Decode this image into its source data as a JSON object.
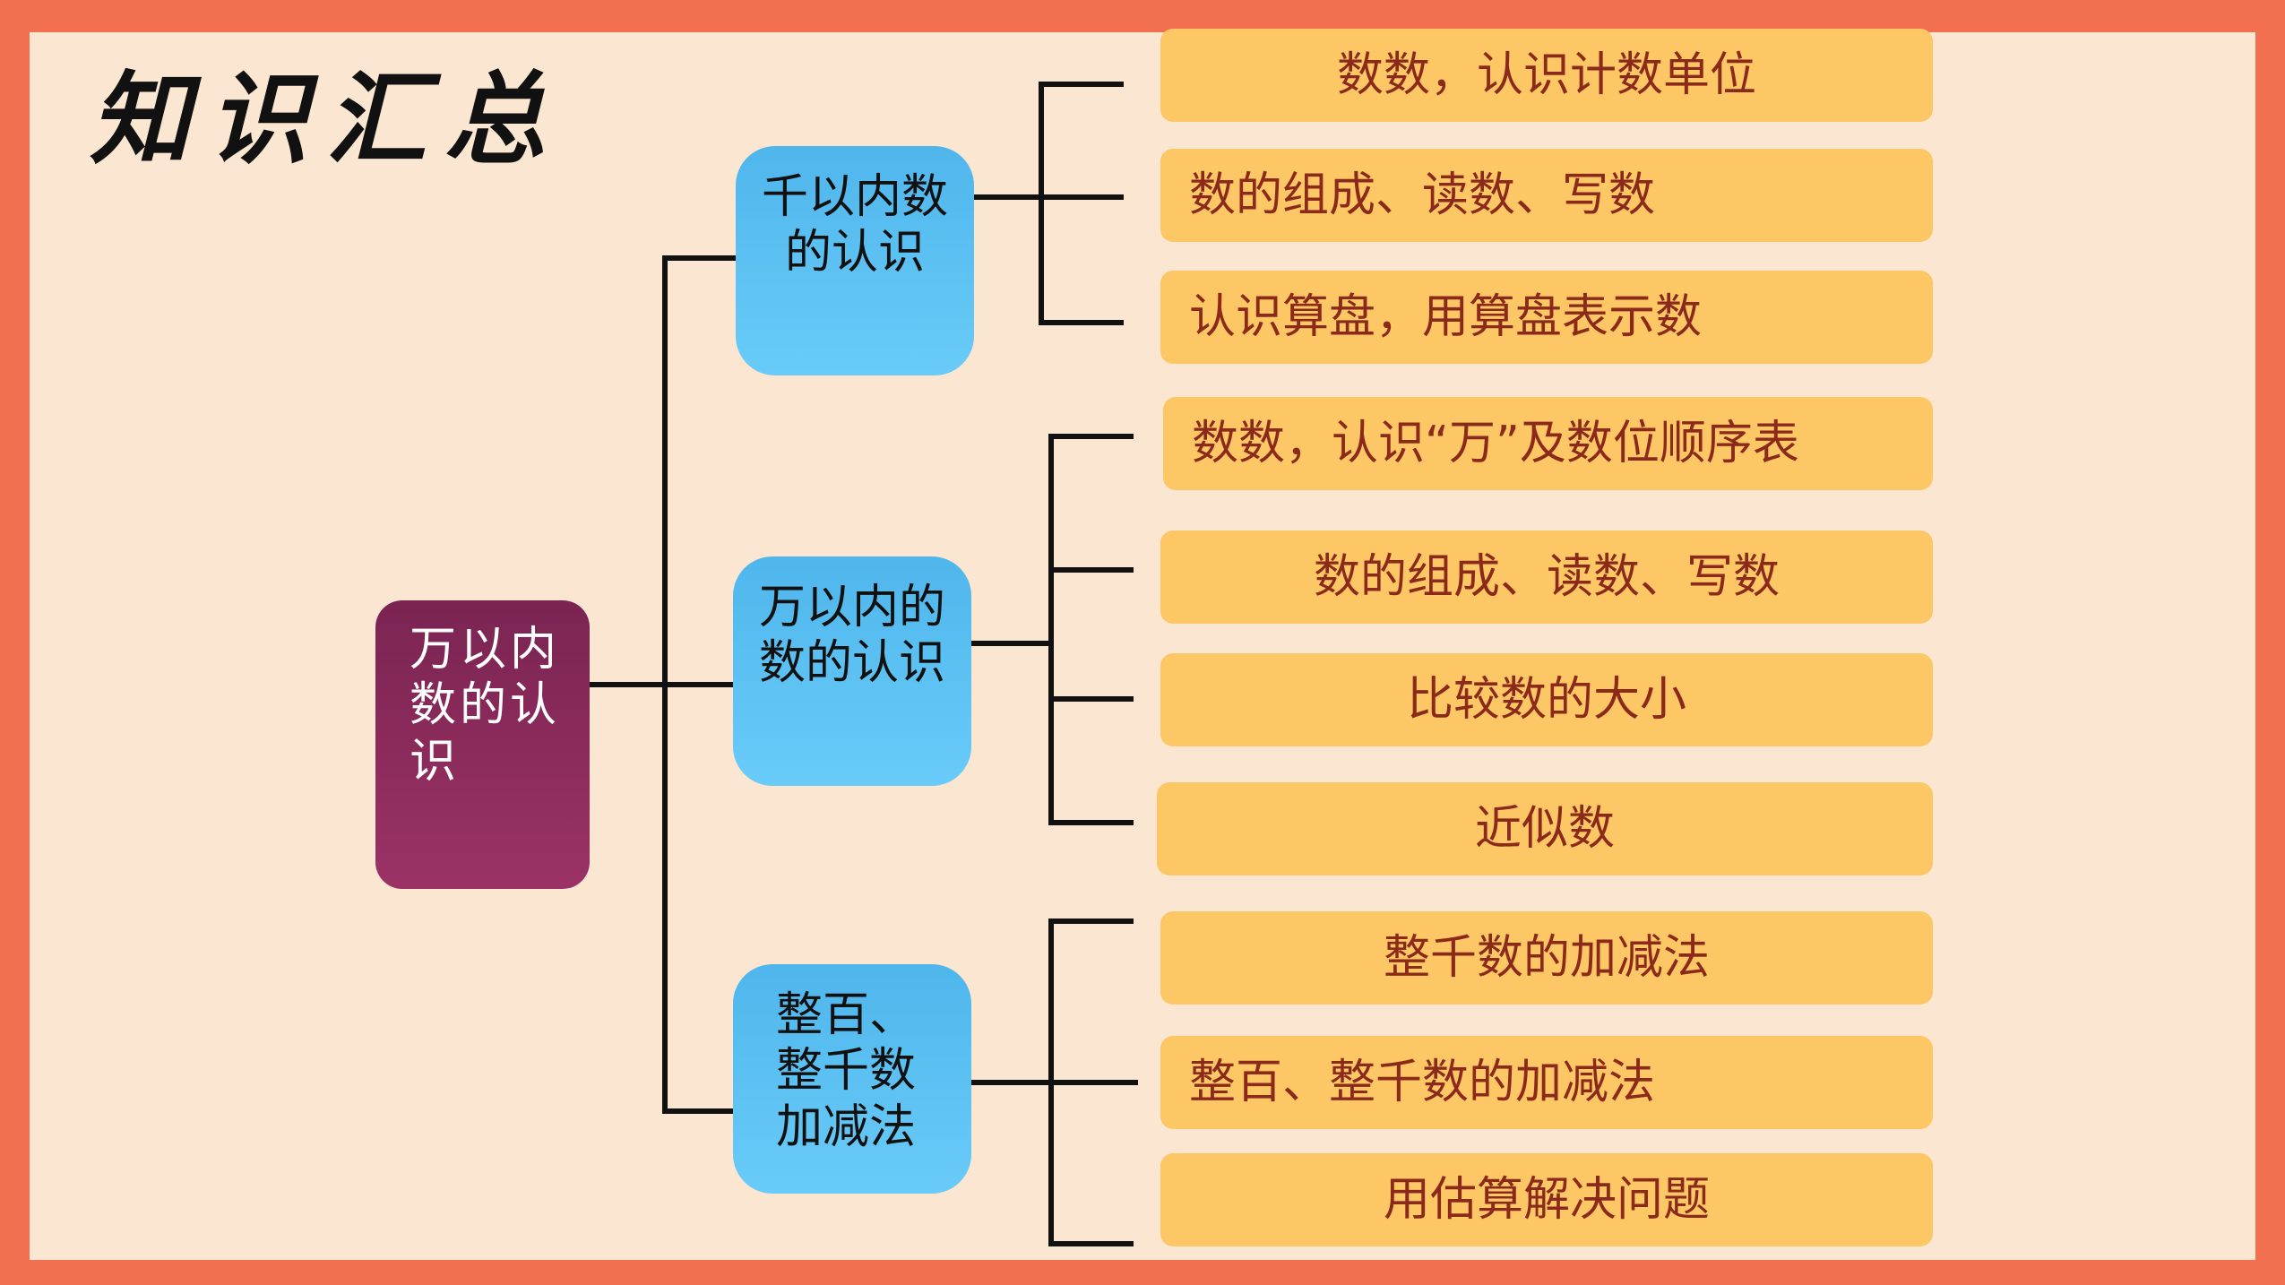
{
  "title": "知识汇总",
  "root": {
    "label": "万以内数的认识"
  },
  "branches": [
    {
      "label": "千以内数的认识",
      "items": [
        "数数，认识计数单位",
        "数的组成、读数、写数",
        "认识算盘，用算盘表示数"
      ]
    },
    {
      "label": "万以内的数的认识",
      "items": [
        "数数，认识“万”及数位顺序表",
        "数的组成、读数、写数",
        "比较数的大小",
        "近似数"
      ]
    },
    {
      "label": "整百、整千数加减法",
      "items": [
        "整千数的加减法",
        "整百、整千数的加减法",
        "用估算解决问题"
      ]
    }
  ],
  "colors": {
    "frame": "#f26f4f",
    "background": "#fbe6d2",
    "root_box": "#8c2b5c",
    "branch_box": "#5cc0f2",
    "leaf_box": "#fdc766",
    "leaf_text": "#8b2a1a"
  }
}
